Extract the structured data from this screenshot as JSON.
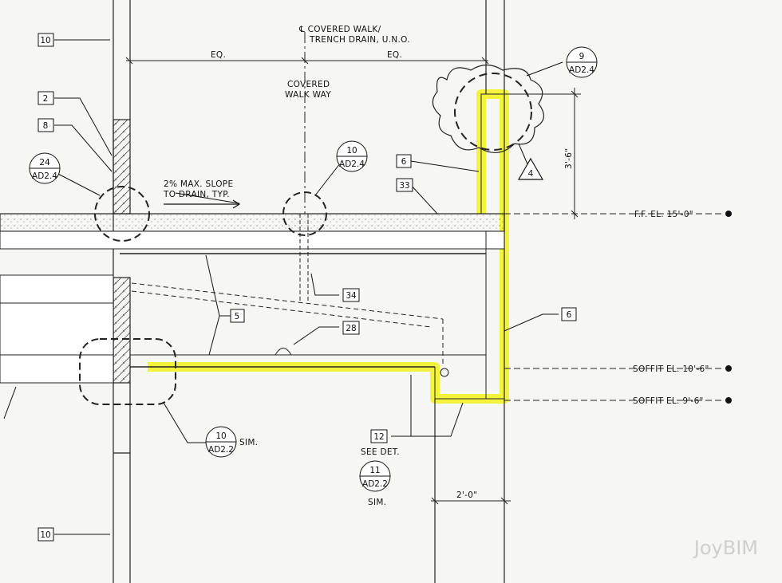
{
  "notes": {
    "covered_walk_title_line1": "℄ COVERED WALK/",
    "covered_walk_title_line2": "TRENCH DRAIN, U.N.O.",
    "eq_left": "EQ.",
    "eq_right": "EQ.",
    "covered_walkway_line1": "COVERED",
    "covered_walkway_line2": "WALK WAY",
    "slope_line1": "2% MAX. SLOPE",
    "slope_line2": "TO DRAIN, TYP.",
    "see_det": "SEE DET.",
    "sim1": "SIM.",
    "sim2": "SIM."
  },
  "elevations": {
    "ff": "F.F. EL. 15'-0\"",
    "soffit1": "SOFFIT EL. 10'-6\"",
    "soffit2": "SOFFIT EL. 9'-6\""
  },
  "dimensions": {
    "vertical": "3'-6\"",
    "horizontal": "2'-0\""
  },
  "box_tags": [
    "10",
    "2",
    "8",
    "6",
    "33",
    "34",
    "5",
    "28",
    "6",
    "12",
    "10"
  ],
  "detail_bubbles": [
    {
      "num": "24",
      "sheet": "AD2.4"
    },
    {
      "num": "10",
      "sheet": "AD2.4"
    },
    {
      "num": "9",
      "sheet": "AD2.4"
    },
    {
      "num": "10",
      "sheet": "AD2.2"
    },
    {
      "num": "11",
      "sheet": "AD2.2"
    }
  ],
  "revision_tag": "4",
  "watermark": "JoyBIM",
  "highlight_color": "#f2f21a"
}
